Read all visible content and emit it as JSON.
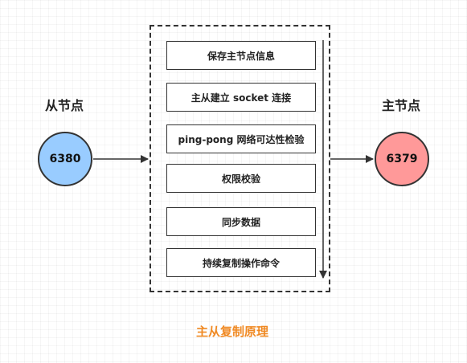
{
  "slave": {
    "title": "从节点",
    "port": "6380"
  },
  "master": {
    "title": "主节点",
    "port": "6379"
  },
  "steps": [
    "保存主节点信息",
    "主从建立 socket 连接",
    "ping-pong 网络可达性检验",
    "权限校验",
    "同步数据",
    "持续复制操作命令"
  ],
  "caption": "主从复制原理",
  "colors": {
    "slave_fill": "#99ccff",
    "master_fill": "#ff9999",
    "caption": "#f08a24"
  }
}
